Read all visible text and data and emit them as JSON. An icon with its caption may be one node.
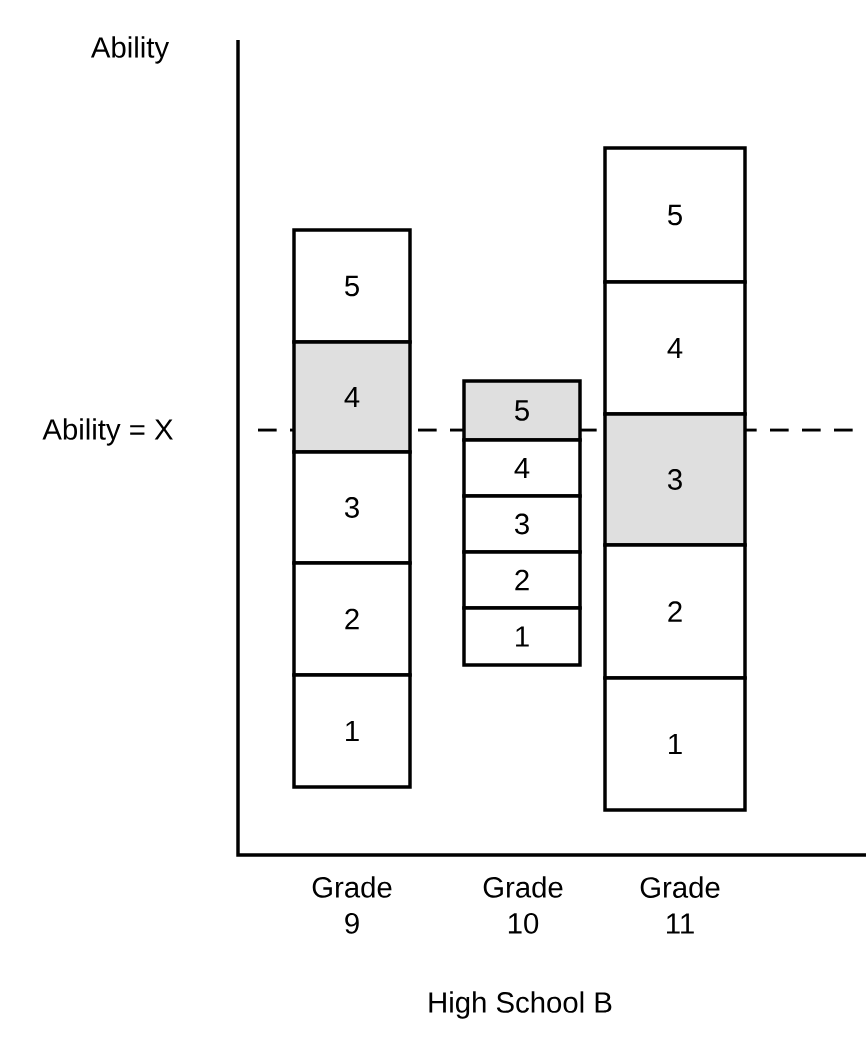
{
  "diagram": {
    "nodes": [
      {
        "text": [
          "5"
        ]
      },
      {
        "text": [
          "4"
        ]
      },
      {
        "text": [
          "3"
        ]
      },
      {
        "text": [
          "2"
        ]
      },
      {
        "text": [
          "1"
        ]
      },
      {
        "text": [
          "5"
        ]
      },
      {
        "text": [
          "4"
        ]
      },
      {
        "text": [
          "3"
        ]
      },
      {
        "text": [
          "2"
        ]
      },
      {
        "text": [
          "1"
        ]
      },
      {
        "text": [
          "5"
        ]
      },
      {
        "text": [
          "4"
        ]
      },
      {
        "text": [
          "3"
        ]
      },
      {
        "text": [
          "2"
        ]
      },
      {
        "text": [
          "1"
        ]
      }
    ],
    "labels": [
      "Ability",
      "Ability = X",
      "Grade 9",
      "Grade 10",
      "Grade 11",
      "High School B"
    ]
  }
}
